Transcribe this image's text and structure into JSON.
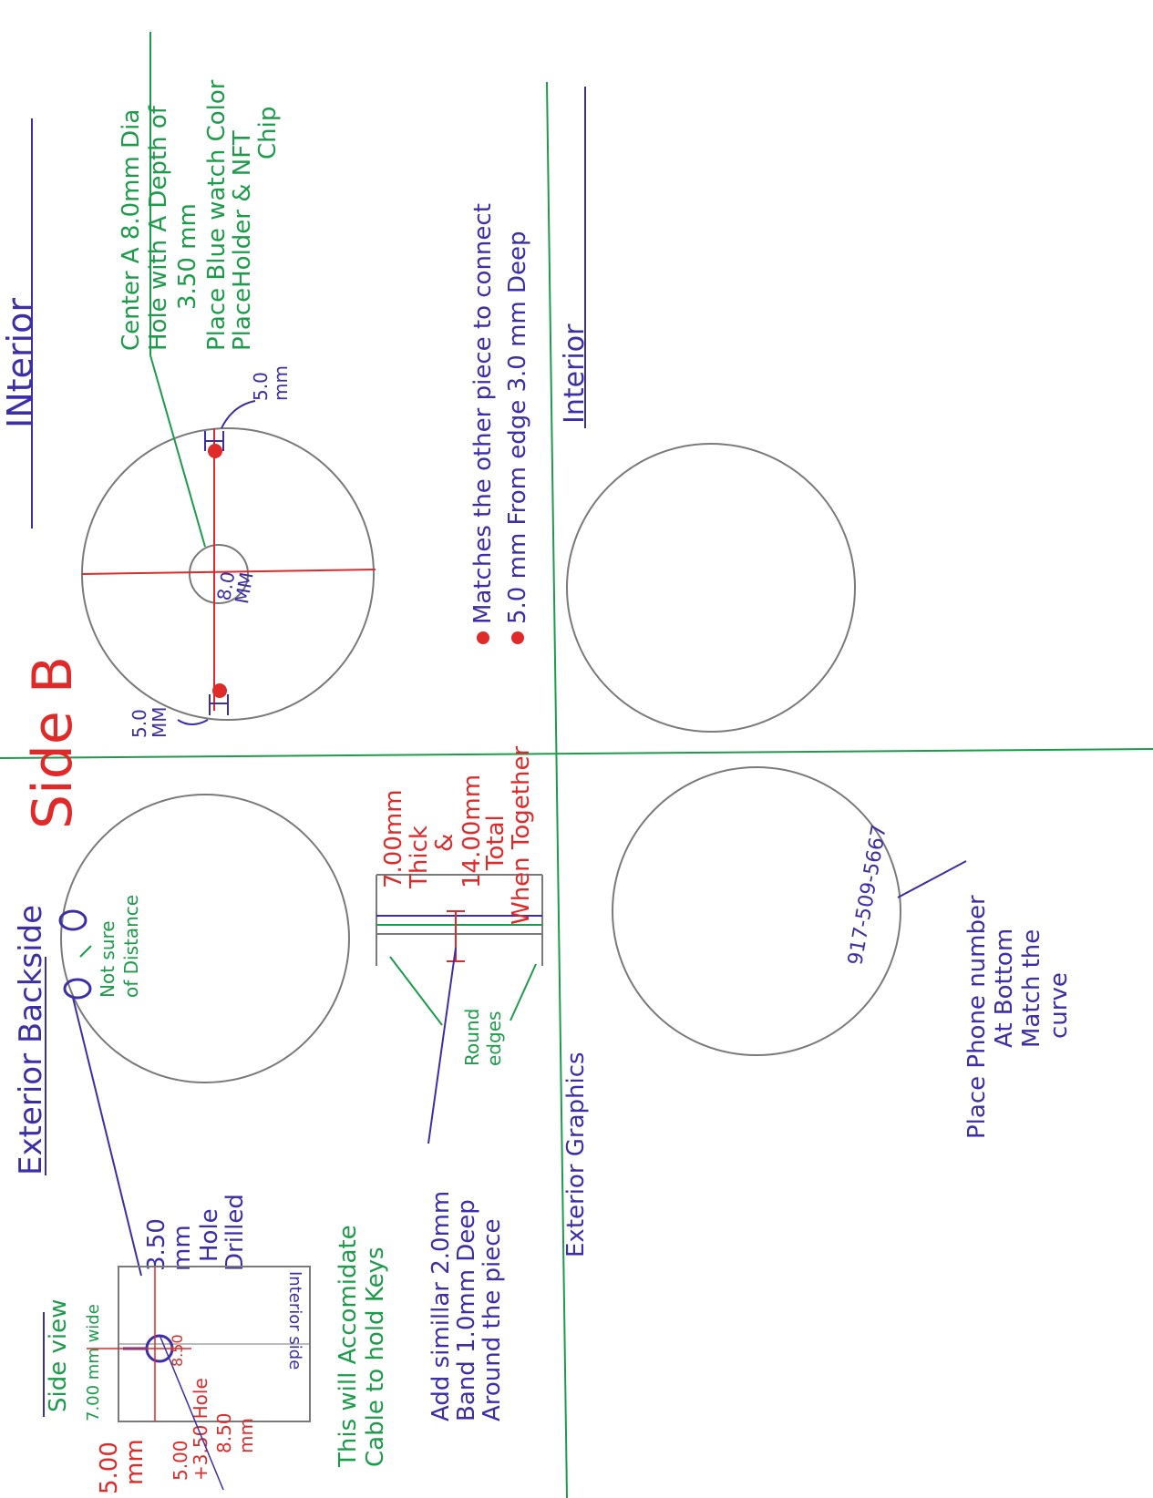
{
  "title": "Side B",
  "colors": {
    "outline": "#7a7a7a",
    "blue": "#3b2ea8",
    "green": "#1c9c4a",
    "red": "#e02a2a"
  },
  "labels": {
    "interior_top": "INterior",
    "interior_bottom": "Interior",
    "exterior_backside": "Exterior Backside",
    "exterior_graphics": "Exterior Graphics"
  },
  "notes": {
    "center_hole": [
      "Center A 8.0mm Dia",
      "Hole with A Depth of",
      "3.50 mm",
      "Place Blue watch Color",
      "PlaceHolder & NFT",
      "Chip"
    ],
    "dim_5mm_right": [
      "5.0",
      "mm"
    ],
    "dim_5mm_left": [
      "5.0",
      "MM"
    ],
    "dim_8mm": [
      "8.0",
      "MM"
    ],
    "matches": "Matches the other piece to connect",
    "from_edge": "5.0 mm From edge 3.0 mm Deep",
    "not_sure": [
      "Not sure",
      "of Distance"
    ],
    "thickness": [
      "7.00mm",
      "Thick",
      "&",
      "14.00mm",
      "Total",
      "When Together"
    ],
    "round_edges": [
      "Round",
      "edges"
    ],
    "hole_drilled": [
      "3.50",
      "mm",
      "Hole",
      "Drilled"
    ],
    "phone_number": "917-509-5667",
    "phone_note": [
      "Place Phone number",
      "At Bottom",
      "Match the",
      "curve"
    ],
    "add_band": [
      "Add simillar 2.0mm",
      "Band 1.0mm Deep",
      "Around the piece"
    ],
    "cable_note": [
      "This will Accomidate",
      "Cable to hold Keys"
    ]
  },
  "side_view": {
    "title": "Side view",
    "wide": "7.00 mm wide",
    "interior_side": "Interior side",
    "dim_500": [
      "5.00",
      "mm"
    ],
    "dim_hole": [
      "5.00",
      "+3.50 Hole",
      "8.50",
      "mm"
    ],
    "dim_850": "8.50"
  }
}
